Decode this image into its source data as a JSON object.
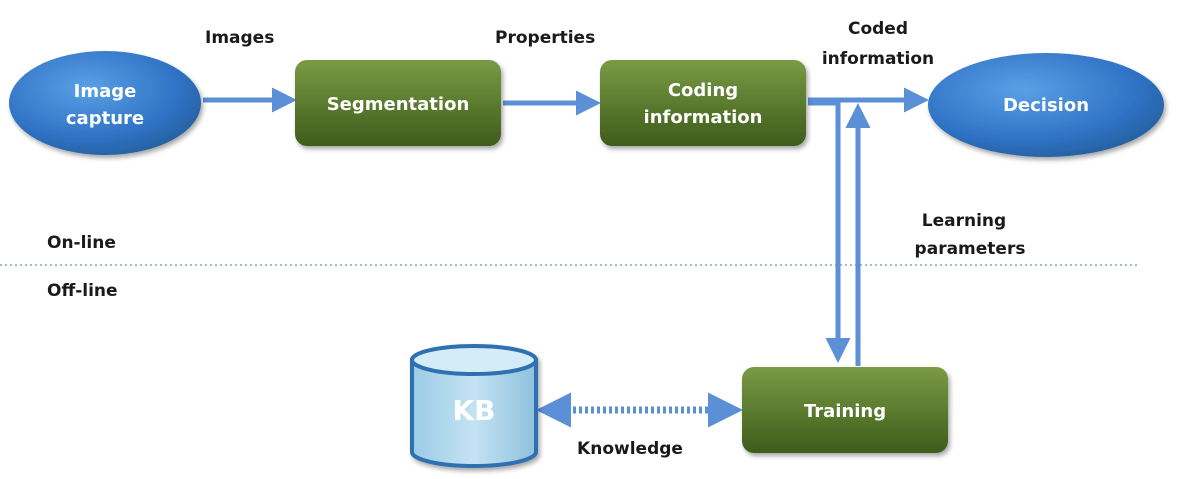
{
  "nodes": {
    "image_capture": {
      "line1": "Image",
      "line2": "capture"
    },
    "segmentation": {
      "label": "Segmentation"
    },
    "coding_information": {
      "line1": "Coding",
      "line2": "information"
    },
    "decision": {
      "label": "Decision"
    },
    "training": {
      "label": "Training"
    },
    "kb": {
      "label": "KB"
    }
  },
  "edge_labels": {
    "images": "Images",
    "properties": "Properties",
    "coded_line1": "Coded",
    "coded_line2": "information",
    "learning_line1": "Learning",
    "learning_line2": "parameters",
    "knowledge": "Knowledge"
  },
  "regions": {
    "online": "On-line",
    "offline": "Off-line"
  },
  "colors": {
    "ellipse_blue": "#3b7fd0",
    "box_green": "#5a7a2e",
    "arrow_blue": "#5b8fd6",
    "kb_fill": "#a9d3ea",
    "divider": "#7fa6cc"
  }
}
